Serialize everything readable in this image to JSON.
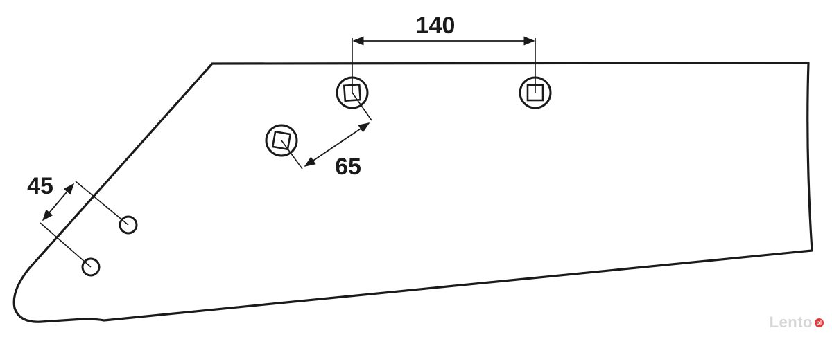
{
  "dimensions": {
    "top_spacing": "140",
    "diagonal_spacing": "65",
    "left_spacing": "45"
  },
  "watermark": {
    "text": "Lento",
    "badge": "pl"
  },
  "colors": {
    "line": "#1a1a1a",
    "background": "#ffffff",
    "watermark": "#d6d6d6",
    "badge": "#e23b3b"
  }
}
